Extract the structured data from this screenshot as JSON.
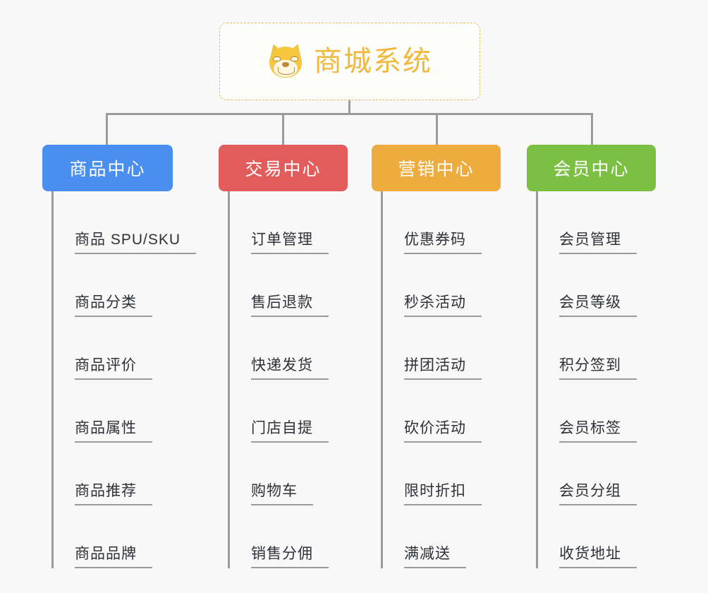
{
  "diagram": {
    "type": "mindmap",
    "background_color": "#f8f8f8",
    "line_color": "#9b9b9b",
    "root": {
      "title": "商城系统",
      "icon": "shiba-dog-emoji",
      "text_color": "#f0b93c",
      "border_color": "#e8b965"
    },
    "branches": [
      {
        "label": "商品中心",
        "color": "#4a8ff0",
        "items": [
          "商品 SPU/SKU",
          "商品分类",
          "商品评价",
          "商品属性",
          "商品推荐",
          "商品品牌"
        ]
      },
      {
        "label": "交易中心",
        "color": "#e35c5c",
        "items": [
          "订单管理",
          "售后退款",
          "快递发货",
          "门店自提",
          "购物车",
          "销售分佣"
        ]
      },
      {
        "label": "营销中心",
        "color": "#eeab3e",
        "items": [
          "优惠券码",
          "秒杀活动",
          "拼团活动",
          "砍价活动",
          "限时折扣",
          "满减送"
        ]
      },
      {
        "label": "会员中心",
        "color": "#7cc043",
        "items": [
          "会员管理",
          "会员等级",
          "积分签到",
          "会员标签",
          "会员分组",
          "收货地址"
        ]
      }
    ]
  }
}
